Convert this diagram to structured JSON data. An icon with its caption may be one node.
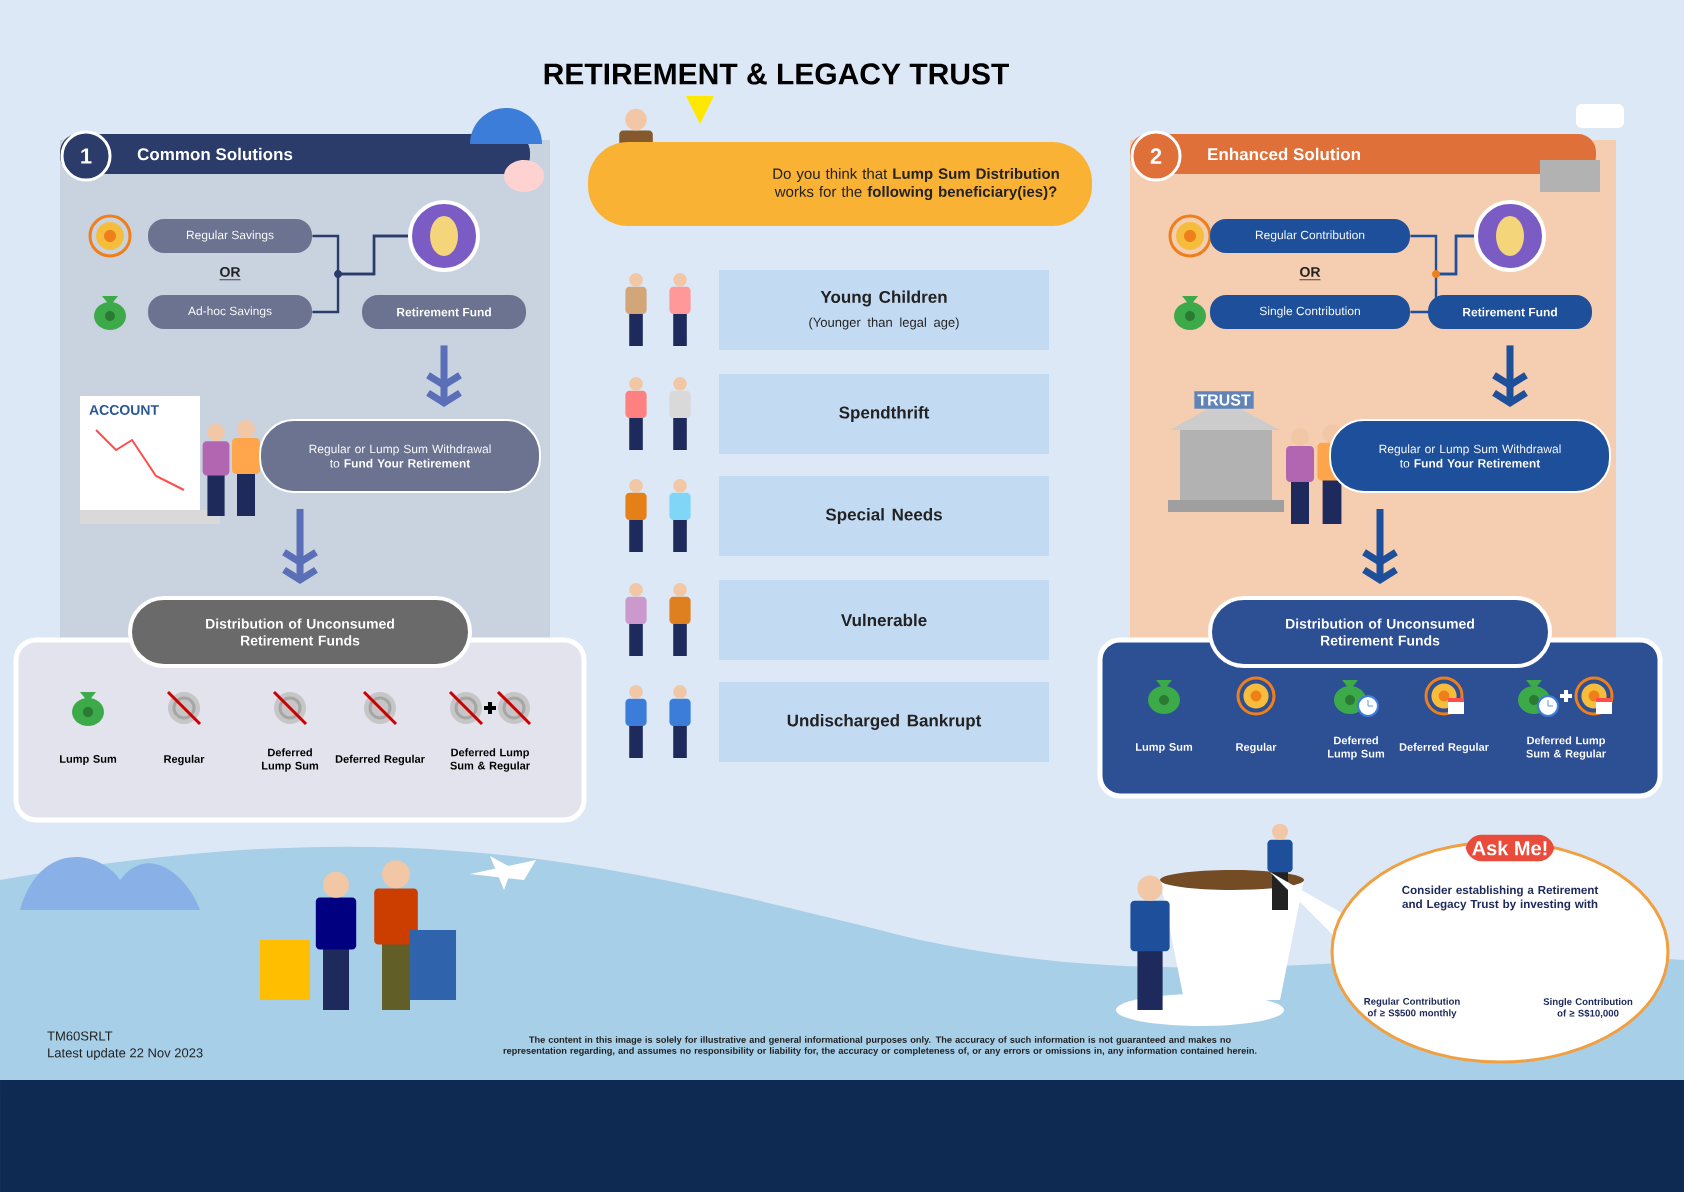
{
  "diagram": {
    "title": "RETIREMENT & LEGACY TRUST",
    "nodes": [
      {
        "text": [
          "Common Solutions"
        ]
      },
      {
        "text": [
          "Regular Savings"
        ],
        "in": 0
      },
      {
        "text": [
          "Ad-hoc Savings"
        ],
        "in": 0
      },
      {
        "text": [],
        "shape": "picture",
        "in": 0
      },
      {
        "text": [
          "Retirement Fund"
        ],
        "in": 0
      },
      {
        "text": [
          "Regular or Lump Sum Withdrawal to **Fund Your Retirement**"
        ],
        "in": 0
      },
      {
        "text": [
          "Distribution of Unconsumed Retirement Funds"
        ]
      },
      {
        "text": [],
        "shape": "box"
      },
      {
        "text": [
          "Lump Sum"
        ],
        "in": 7
      },
      {
        "text": [
          "Regular"
        ],
        "in": 7
      },
      {
        "text": [
          "Deferred Lump Sum"
        ],
        "in": 7
      },
      {
        "text": [
          "Deferred Regular"
        ],
        "in": 7
      },
      {
        "text": [
          "Deferred Lump Sum & Regular"
        ],
        "in": 7
      },
      {
        "text": [
          "Do you think that **Lump Sum Distribution** works for the **following beneficiary(ies)?**"
        ]
      },
      {
        "text": [
          "Young Children",
          "(Younger than legal age)"
        ]
      },
      {
        "text": [
          "Spendthrift"
        ]
      },
      {
        "text": [
          "Special Needs"
        ]
      },
      {
        "text": [
          "Vulnerable"
        ]
      },
      {
        "text": [
          "Undischarged Bankrupt"
        ]
      },
      {
        "text": [
          "Enhanced Solution"
        ]
      },
      {
        "text": [
          "Regular Contribution"
        ],
        "in": 19
      },
      {
        "text": [
          "Single Contribution"
        ],
        "in": 19
      },
      {
        "text": [],
        "shape": "picture",
        "in": 19
      },
      {
        "text": [
          "Retirement Fund"
        ],
        "in": 19
      },
      {
        "text": [
          "Regular or Lump Sum Withdrawal to **Fund Your Retirement**"
        ],
        "in": 19
      },
      {
        "text": [
          "Distribution of Unconsumed Retirement Funds"
        ]
      },
      {
        "text": [],
        "shape": "box"
      },
      {
        "text": [
          "Lump Sum"
        ],
        "in": 26
      },
      {
        "text": [
          "Regular"
        ],
        "in": 26
      },
      {
        "text": [
          "Deferred Lump Sum"
        ],
        "in": 26
      },
      {
        "text": [
          "Deferred Regular"
        ],
        "in": 26
      },
      {
        "text": [
          "Deferred Lump Sum & Regular"
        ],
        "in": 26
      },
      {
        "text": [
          "Ask Me!",
          "Consider establishing a Retirement and Legacy Trust by investing with",
          "Regular Contribution of ≥ S$500 monthly",
          "Single Contribution of ≥ S$10,000"
        ]
      }
    ],
    "edges": [
      {
        "from": 1,
        "to": 3,
        "arrow": "none"
      },
      {
        "from": 2,
        "to": 3,
        "arrow": "none"
      },
      {
        "from": 4,
        "to": 5,
        "arrow": "to",
        "style": "thick"
      },
      {
        "from": 5,
        "to": 6,
        "arrow": "to",
        "style": "thick"
      },
      {
        "from": 20,
        "to": 22,
        "arrow": "none"
      },
      {
        "from": 21,
        "to": 22,
        "arrow": "none"
      },
      {
        "from": 23,
        "to": 24,
        "arrow": "to",
        "style": "thick"
      },
      {
        "from": 24,
        "to": 25,
        "arrow": "to",
        "style": "thick"
      }
    ],
    "labels": [
      "1",
      "OR",
      "ACCOUNT",
      "2",
      "OR",
      "TRUST",
      "TM60SRLT",
      "Latest update 22 Nov 2023",
      "The content in this image is solely for illustrative and general informational purposes only. The accuracy of such information is not guaranteed and makes no representation regarding, and assumes no responsibility or liability for, the accuracy or completeness of, or any errors or omissions in, any information contained herein."
    ]
  }
}
